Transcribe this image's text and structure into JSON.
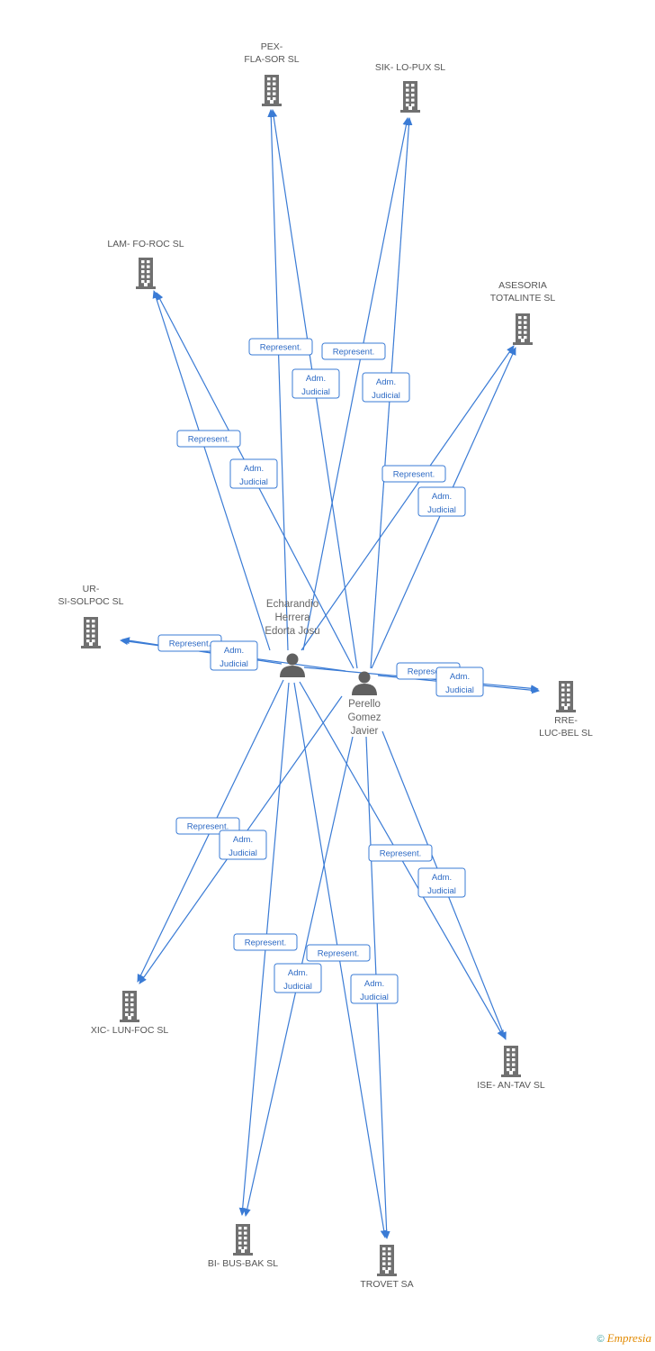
{
  "colors": {
    "edge": "#3a7bd5",
    "building": "#707070",
    "person": "#606060"
  },
  "persons": [
    {
      "id": "p1",
      "name_lines": [
        "Echarandio",
        "Herrera",
        "Edorta Josu"
      ],
      "icon": "person-icon"
    },
    {
      "id": "p2",
      "name_lines": [
        "Perello",
        "Gomez",
        "Javier"
      ],
      "icon": "person-icon"
    }
  ],
  "companies": [
    {
      "id": "c1",
      "name_lines": [
        "PEX-",
        "FLA-SOR SL"
      ],
      "icon": "building-icon"
    },
    {
      "id": "c2",
      "name_lines": [
        "SIK- LO-PUX SL"
      ],
      "icon": "building-icon"
    },
    {
      "id": "c3",
      "name_lines": [
        "LAM- FO-ROC SL"
      ],
      "icon": "building-icon"
    },
    {
      "id": "c4",
      "name_lines": [
        "ASESORIA",
        "TOTALINTE SL"
      ],
      "icon": "building-icon"
    },
    {
      "id": "c5",
      "name_lines": [
        "UR-",
        "SI-SOLPOC SL"
      ],
      "icon": "building-icon"
    },
    {
      "id": "c6",
      "name_lines": [
        "RRE-",
        "LUC-BEL SL"
      ],
      "icon": "building-icon"
    },
    {
      "id": "c7",
      "name_lines": [
        "XIC- LUN-FOC SL"
      ],
      "icon": "building-icon"
    },
    {
      "id": "c8",
      "name_lines": [
        "ISE- AN-TAV SL"
      ],
      "icon": "building-icon"
    },
    {
      "id": "c9",
      "name_lines": [
        "BI- BUS-BAK SL"
      ],
      "icon": "building-icon"
    },
    {
      "id": "c10",
      "name_lines": [
        "TROVET SA"
      ],
      "icon": "building-icon"
    }
  ],
  "edges": [
    {
      "from": "p1",
      "to": "c1",
      "label_lines": [
        "Represent."
      ]
    },
    {
      "from": "p2",
      "to": "c1",
      "label_lines": [
        "Adm.",
        "Judicial"
      ]
    },
    {
      "from": "p1",
      "to": "c2",
      "label_lines": [
        "Represent."
      ]
    },
    {
      "from": "p2",
      "to": "c2",
      "label_lines": [
        "Adm.",
        "Judicial"
      ]
    },
    {
      "from": "p1",
      "to": "c3",
      "label_lines": [
        "Represent."
      ]
    },
    {
      "from": "p2",
      "to": "c3",
      "label_lines": [
        "Adm.",
        "Judicial"
      ]
    },
    {
      "from": "p1",
      "to": "c4",
      "label_lines": [
        "Represent."
      ]
    },
    {
      "from": "p2",
      "to": "c4",
      "label_lines": [
        "Adm.",
        "Judicial"
      ]
    },
    {
      "from": "p1",
      "to": "c5",
      "label_lines": [
        "Represent."
      ]
    },
    {
      "from": "p2",
      "to": "c5",
      "label_lines": [
        "Adm.",
        "Judicial"
      ]
    },
    {
      "from": "p1",
      "to": "c6",
      "label_lines": [
        "Represent."
      ]
    },
    {
      "from": "p2",
      "to": "c6",
      "label_lines": [
        "Adm.",
        "Judicial"
      ]
    },
    {
      "from": "p1",
      "to": "c7",
      "label_lines": [
        "Represent."
      ]
    },
    {
      "from": "p2",
      "to": "c7",
      "label_lines": [
        "Adm.",
        "Judicial"
      ]
    },
    {
      "from": "p1",
      "to": "c8",
      "label_lines": [
        "Represent."
      ]
    },
    {
      "from": "p2",
      "to": "c8",
      "label_lines": [
        "Adm.",
        "Judicial"
      ]
    },
    {
      "from": "p1",
      "to": "c9",
      "label_lines": [
        "Represent."
      ]
    },
    {
      "from": "p2",
      "to": "c9",
      "label_lines": [
        "Adm.",
        "Judicial"
      ]
    },
    {
      "from": "p1",
      "to": "c10",
      "label_lines": [
        "Represent."
      ]
    },
    {
      "from": "p2",
      "to": "c10",
      "label_lines": [
        "Adm.",
        "Judicial"
      ]
    }
  ],
  "footer": {
    "copyright": "©",
    "brand": "Empresia"
  }
}
